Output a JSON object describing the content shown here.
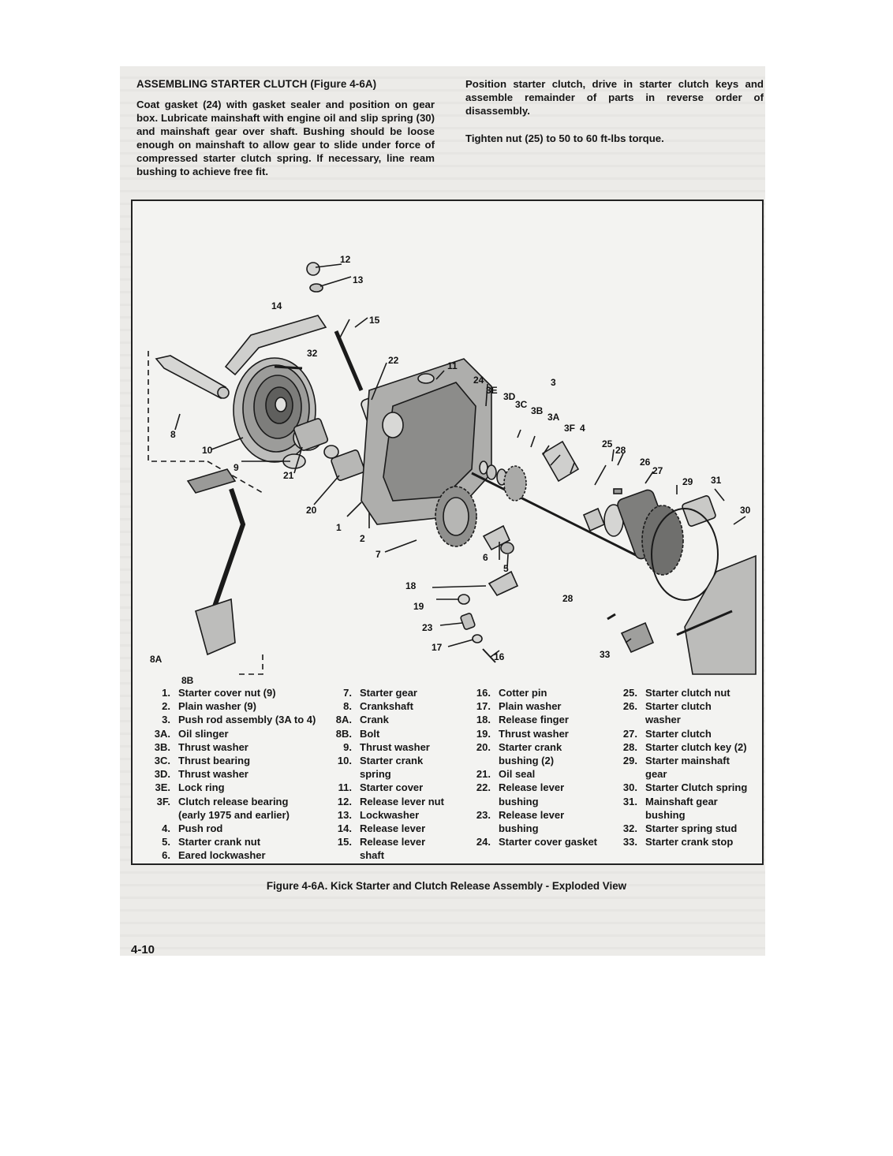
{
  "heading": "ASSEMBLING STARTER CLUTCH (Figure 4-6A)",
  "left_paragraph": "Coat gasket (24) with gasket sealer and position on gear box. Lubricate mainshaft with engine oil and slip spring (30) and mainshaft gear over shaft. Bushing should be loose enough on mainshaft to allow gear to slide under force of compressed starter clutch spring. If necessary, line ream bushing to achieve free fit.",
  "right_paragraph_1": "Position starter clutch, drive in starter clutch keys and assemble remainder of parts in reverse order of disassembly.",
  "right_paragraph_2": "Tighten nut (25) to 50 to 60 ft-lbs torque.",
  "figure": {
    "callouts": [
      "12",
      "13",
      "14",
      "15",
      "32",
      "22",
      "11",
      "24",
      "3E",
      "3D",
      "3C",
      "3B",
      "3A",
      "3F",
      "3",
      "4",
      "25",
      "28",
      "26",
      "27",
      "29",
      "31",
      "30",
      "10",
      "9",
      "8",
      "21",
      "20",
      "1",
      "2",
      "7",
      "6",
      "5",
      "18",
      "19",
      "23",
      "17",
      "16",
      "33",
      "8A",
      "8B"
    ],
    "legend_columns": [
      [
        {
          "num": "1.",
          "label": "Starter cover nut (9)"
        },
        {
          "num": "2.",
          "label": "Plain washer (9)"
        },
        {
          "num": "3.",
          "label": "Push rod assembly (3A to 4)"
        },
        {
          "num": "3A.",
          "label": "Oil slinger"
        },
        {
          "num": "3B.",
          "label": "Thrust washer"
        },
        {
          "num": "3C.",
          "label": "Thrust bearing"
        },
        {
          "num": "3D.",
          "label": "Thrust washer"
        },
        {
          "num": "3E.",
          "label": "Lock ring"
        },
        {
          "num": "3F.",
          "label": "Clutch release bearing"
        },
        {
          "num": "",
          "label": "(early 1975 and earlier)"
        },
        {
          "num": "4.",
          "label": "Push rod"
        },
        {
          "num": "5.",
          "label": "Starter crank nut"
        },
        {
          "num": "6.",
          "label": "Eared lockwasher"
        }
      ],
      [
        {
          "num": "7.",
          "label": "Starter gear"
        },
        {
          "num": "8.",
          "label": "Crankshaft"
        },
        {
          "num": "8A.",
          "label": "Crank"
        },
        {
          "num": "8B.",
          "label": "Bolt"
        },
        {
          "num": "9.",
          "label": "Thrust washer"
        },
        {
          "num": "10.",
          "label": "Starter crank"
        },
        {
          "num": "",
          "label": "spring"
        },
        {
          "num": "11.",
          "label": "Starter cover"
        },
        {
          "num": "12.",
          "label": "Release lever nut"
        },
        {
          "num": "13.",
          "label": "Lockwasher"
        },
        {
          "num": "14.",
          "label": "Release lever"
        },
        {
          "num": "15.",
          "label": "Release lever"
        },
        {
          "num": "",
          "label": "shaft"
        }
      ],
      [
        {
          "num": "16.",
          "label": "Cotter pin"
        },
        {
          "num": "17.",
          "label": "Plain washer"
        },
        {
          "num": "18.",
          "label": "Release finger"
        },
        {
          "num": "19.",
          "label": "Thrust washer"
        },
        {
          "num": "20.",
          "label": "Starter crank"
        },
        {
          "num": "",
          "label": "bushing (2)"
        },
        {
          "num": "21.",
          "label": "Oil seal"
        },
        {
          "num": "22.",
          "label": "Release lever"
        },
        {
          "num": "",
          "label": "bushing"
        },
        {
          "num": "23.",
          "label": "Release lever"
        },
        {
          "num": "",
          "label": "bushing"
        },
        {
          "num": "24.",
          "label": "Starter cover gasket"
        }
      ],
      [
        {
          "num": "25.",
          "label": "Starter clutch nut"
        },
        {
          "num": "26.",
          "label": "Starter clutch"
        },
        {
          "num": "",
          "label": "washer"
        },
        {
          "num": "27.",
          "label": "Starter clutch"
        },
        {
          "num": "28.",
          "label": "Starter clutch key (2)"
        },
        {
          "num": "29.",
          "label": "Starter mainshaft"
        },
        {
          "num": "",
          "label": "gear"
        },
        {
          "num": "30.",
          "label": "Starter Clutch spring"
        },
        {
          "num": "31.",
          "label": "Mainshaft gear"
        },
        {
          "num": "",
          "label": "bushing"
        },
        {
          "num": "32.",
          "label": "Starter spring stud"
        },
        {
          "num": "33.",
          "label": "Starter crank stop"
        }
      ]
    ]
  },
  "caption": "Figure 4-6A. Kick Starter and Clutch Release Assembly - Exploded View",
  "page_number": "4-10"
}
